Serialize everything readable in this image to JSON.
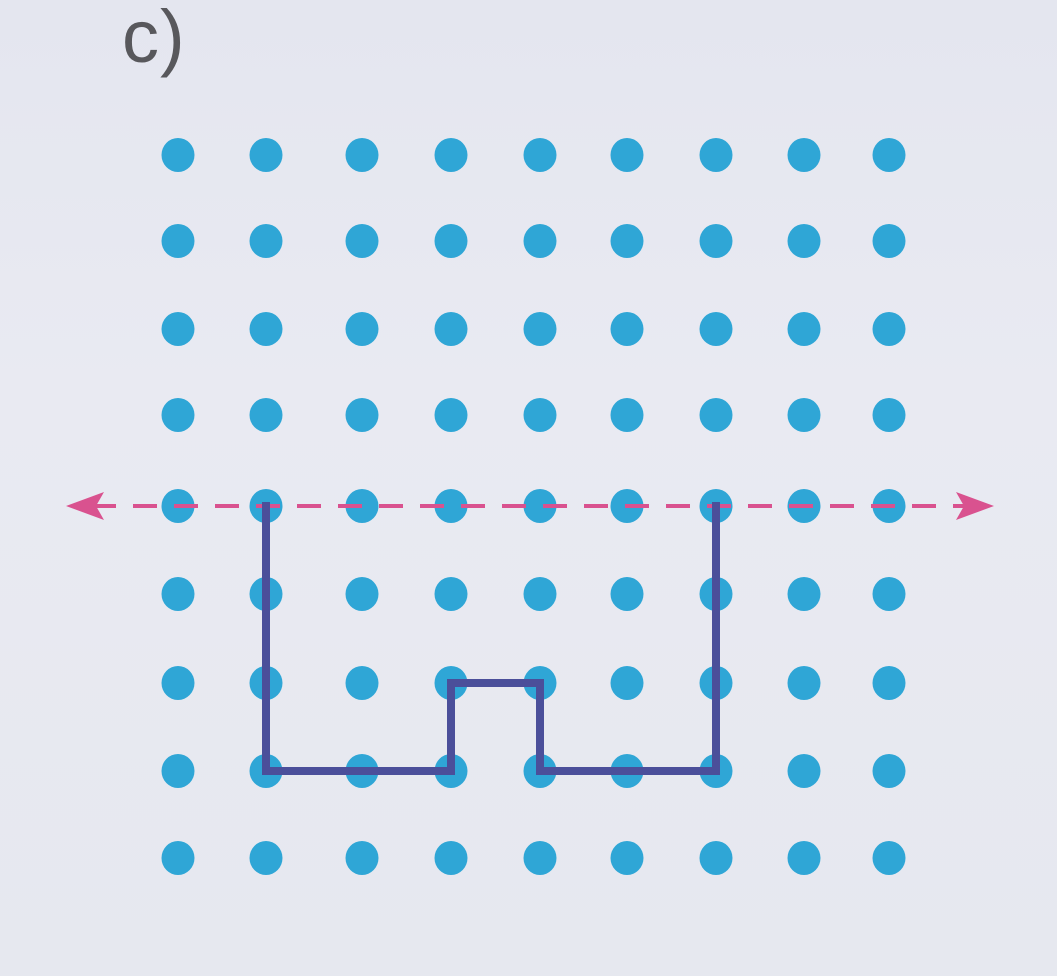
{
  "label": "c)",
  "colors": {
    "dot": "#2fa6d6",
    "polyline": "#4b4f9a",
    "axis": "#d9528f",
    "background": "#e6e8ef"
  },
  "diagram": {
    "grid": {
      "cols": 9,
      "rows": 9
    },
    "symmetry_line": {
      "row": 4,
      "style": "dashed",
      "arrows": "both"
    },
    "shape_path": [
      [
        1,
        4
      ],
      [
        1,
        7
      ],
      [
        3,
        7
      ],
      [
        3,
        6
      ],
      [
        4,
        6
      ],
      [
        4,
        7
      ],
      [
        6,
        7
      ],
      [
        6,
        4
      ]
    ]
  }
}
